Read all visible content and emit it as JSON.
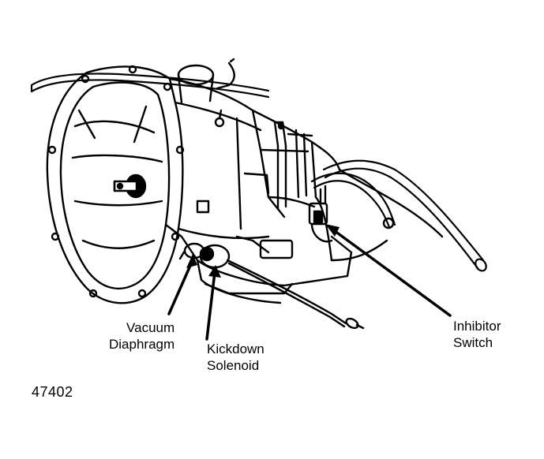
{
  "labels": {
    "vacuum": {
      "line1": "Vacuum",
      "line2": "Diaphragm"
    },
    "kickdown": {
      "line1": "Kickdown",
      "line2": "Solenoid"
    },
    "inhibitor": {
      "line1": "Inhibitor",
      "line2": "Switch"
    }
  },
  "figure_number": "47402",
  "colors": {
    "ink": "#000000",
    "paper": "#ffffff"
  }
}
